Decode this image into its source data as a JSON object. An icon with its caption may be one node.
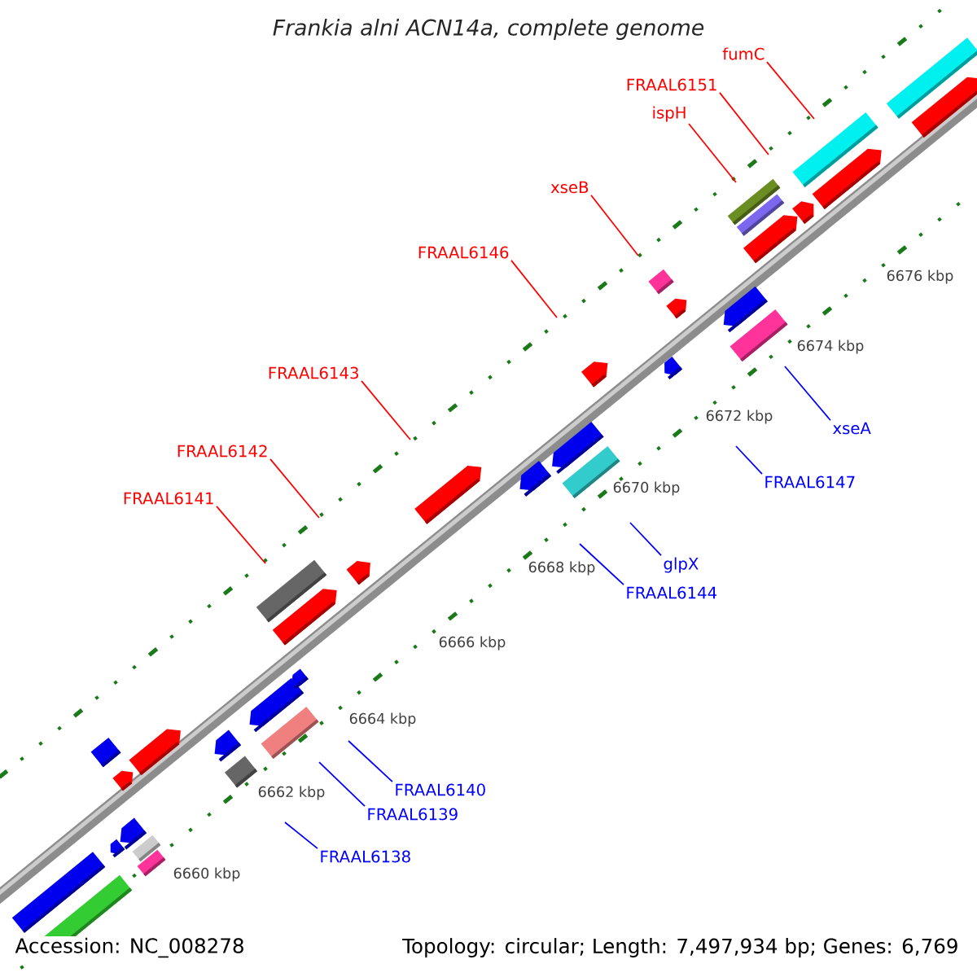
{
  "diagram": {
    "title": "Frankia alni ACN14a, complete genome",
    "nodes": [
      {
        "text": [
          "fumC"
        ]
      },
      {
        "text": [
          "FRAAL6151"
        ]
      },
      {
        "text": [
          "ispH"
        ]
      },
      {
        "text": [
          "xseB"
        ]
      },
      {
        "text": [
          "FRAAL6146"
        ]
      },
      {
        "text": [
          "FRAAL6143"
        ]
      },
      {
        "text": [
          "FRAAL6142"
        ]
      },
      {
        "text": [
          "FRAAL6141"
        ]
      },
      {
        "text": [
          "xseA"
        ]
      },
      {
        "text": [
          "FRAAL6147"
        ]
      },
      {
        "text": [
          "glpX"
        ]
      },
      {
        "text": [
          "FRAAL6144"
        ]
      },
      {
        "text": [
          "FRAAL6140"
        ]
      },
      {
        "text": [
          "FRAAL6139"
        ]
      },
      {
        "text": [
          "FRAAL6138"
        ]
      }
    ],
    "edges": [
      {
        "from": 0,
        "to": null,
        "arrow": "none",
        "color": "#ff0000"
      },
      {
        "from": 1,
        "to": null,
        "arrow": "none",
        "color": "#ff0000"
      },
      {
        "from": 2,
        "to": null,
        "arrow": "none",
        "color": "#ff0000"
      },
      {
        "from": 3,
        "to": null,
        "arrow": "none",
        "color": "#ff0000"
      },
      {
        "from": 4,
        "to": null,
        "arrow": "none",
        "color": "#ff0000"
      },
      {
        "from": 5,
        "to": null,
        "arrow": "none",
        "color": "#ff0000"
      },
      {
        "from": 6,
        "to": null,
        "arrow": "none",
        "color": "#ff0000"
      },
      {
        "from": 7,
        "to": null,
        "arrow": "none",
        "color": "#ff0000"
      },
      {
        "from": 8,
        "to": null,
        "arrow": "none",
        "color": "#0000ff"
      },
      {
        "from": 9,
        "to": null,
        "arrow": "none",
        "color": "#0000ff"
      },
      {
        "from": 10,
        "to": null,
        "arrow": "none",
        "color": "#0000ff"
      },
      {
        "from": 11,
        "to": null,
        "arrow": "none",
        "color": "#0000ff"
      },
      {
        "from": 12,
        "to": null,
        "arrow": "none",
        "color": "#0000ff"
      },
      {
        "from": 13,
        "to": null,
        "arrow": "none",
        "color": "#0000ff"
      },
      {
        "from": 14,
        "to": null,
        "arrow": "none",
        "color": "#0000ff"
      }
    ],
    "labels": [
      "6676 kbp",
      "6674 kbp",
      "6672 kbp",
      "6670 kbp",
      "6668 kbp",
      "6666 kbp",
      "6664 kbp",
      "6662 kbp",
      "6660 kbp",
      "Accession: NC_008278",
      "Topology: circular; Length: 7,497,934 bp; Genes: 6,769"
    ]
  }
}
